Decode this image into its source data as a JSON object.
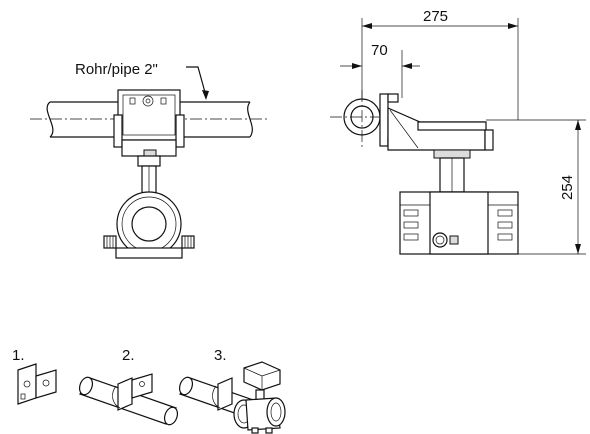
{
  "labels": {
    "pipe_label": "Rohr/pipe 2\"",
    "dim_total_width": "275",
    "dim_offset": "70",
    "dim_height": "254"
  },
  "steps": [
    {
      "label": "1."
    },
    {
      "label": "2."
    },
    {
      "label": "3."
    }
  ]
}
